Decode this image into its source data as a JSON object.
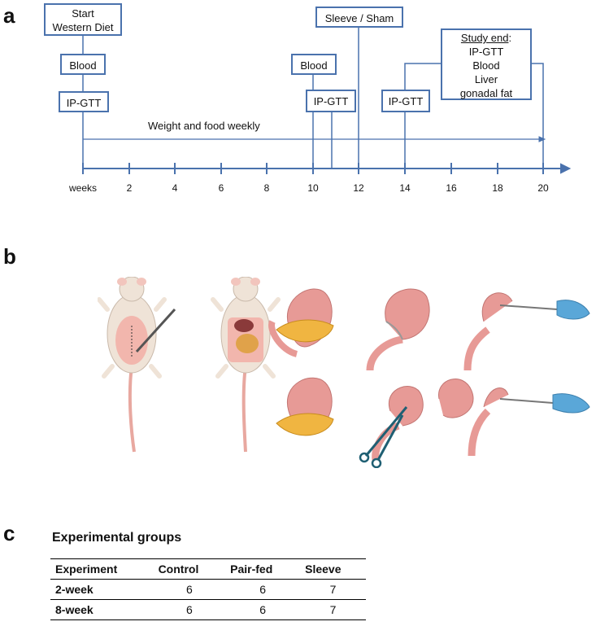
{
  "panels": {
    "a": "a",
    "b": "b",
    "c": "c"
  },
  "timeline": {
    "start_box": [
      "Start",
      "Western Diet"
    ],
    "blood_box_1": "Blood",
    "ipgtt_box_1": "IP-GTT",
    "blood_box_2": "Blood",
    "ipgtt_box_2": "IP-GTT",
    "sleeve_box": "Sleeve / Sham",
    "ipgtt_box_3": "IP-GTT",
    "study_end": {
      "title": "Study end",
      "colon": ":",
      "items": [
        "IP-GTT",
        "Blood",
        "Liver",
        "gonadal fat"
      ]
    },
    "weight_label": "Weight and food weekly",
    "weeks_label": "weeks",
    "ticks": [
      "2",
      "4",
      "6",
      "8",
      "10",
      "12",
      "14",
      "16",
      "18",
      "20"
    ],
    "colors": {
      "line": "#4a72ad",
      "box_border": "#4a72ad"
    }
  },
  "surgery_panel": {
    "icons": [
      "rat-incision-icon",
      "rat-open-abdomen-icon",
      "stomach-pancreas-icon",
      "stomach-clamp-icon",
      "stomach-stapler-icon",
      "stomach-ligation-icon",
      "scissors-stomach-icon",
      "sleeve-stomach-icon"
    ],
    "colors": {
      "fur": "#efe3d7",
      "skin": "#f2b6ad",
      "stomach": "#e79a96",
      "pancreas": "#f0b541",
      "glove": "#5aa7d8",
      "scissors": "#1f5f73"
    }
  },
  "table": {
    "title": "Experimental groups",
    "headers": [
      "Experiment",
      "Control",
      "Pair-fed",
      "Sleeve"
    ],
    "rows": [
      {
        "experiment": "2-week",
        "control": "6",
        "pair_fed": "6",
        "sleeve": "7"
      },
      {
        "experiment": "8-week",
        "control": "6",
        "pair_fed": "6",
        "sleeve": "7"
      }
    ]
  }
}
